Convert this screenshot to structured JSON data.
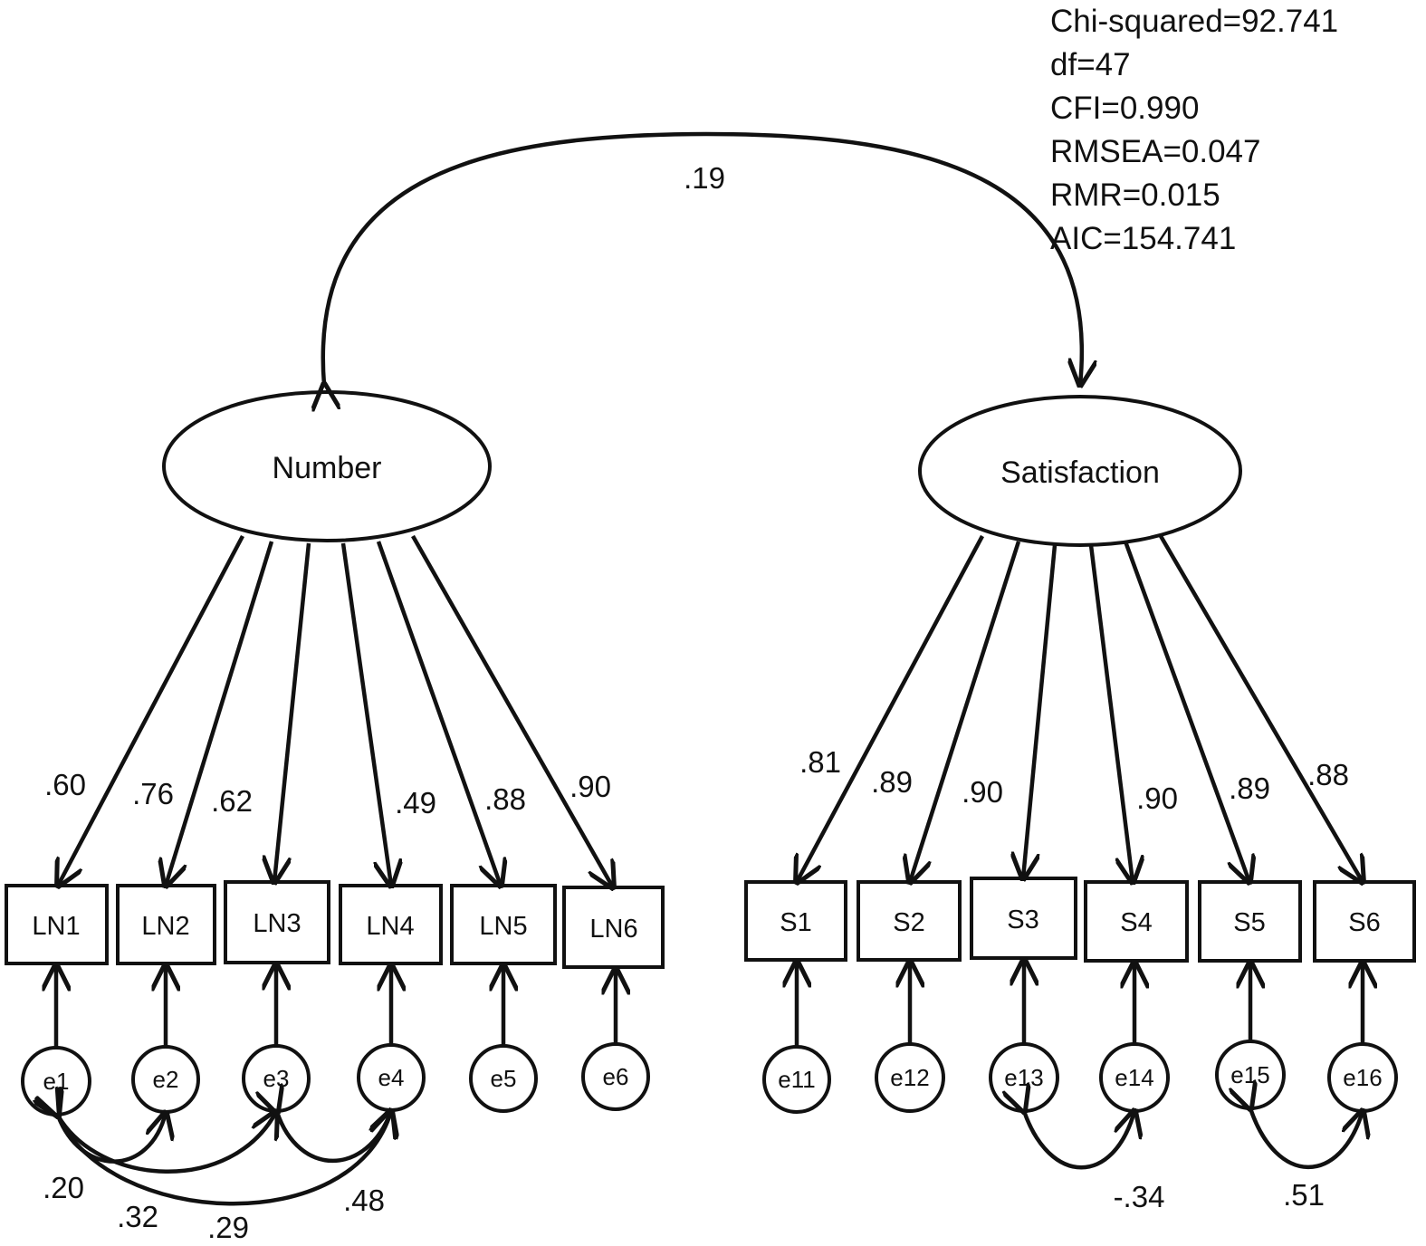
{
  "fit_stats": [
    "Chi-squared=92.741",
    "df=47",
    "CFI=0.990",
    "RMSEA=0.047",
    "RMR=0.015",
    "AIC=154.741"
  ],
  "factor_correlation": ".19",
  "latents": {
    "number": "Number",
    "satisfaction": "Satisfaction"
  },
  "indicators": {
    "LN1": "LN1",
    "LN2": "LN2",
    "LN3": "LN3",
    "LN4": "LN4",
    "LN5": "LN5",
    "LN6": "LN6",
    "S1": "S1",
    "S2": "S2",
    "S3": "S3",
    "S4": "S4",
    "S5": "S5",
    "S6": "S6"
  },
  "errors": {
    "e1": "e1",
    "e2": "e2",
    "e3": "e3",
    "e4": "e4",
    "e5": "e5",
    "e6": "e6",
    "e11": "e11",
    "e12": "e12",
    "e13": "e13",
    "e14": "e14",
    "e15": "e15",
    "e16": "e16"
  },
  "loadings": {
    "LN1": ".60",
    "LN2": ".76",
    "LN3": ".62",
    "LN4": ".49",
    "LN5": ".88",
    "LN6": ".90",
    "S1": ".81",
    "S2": ".89",
    "S3": ".90",
    "S4": ".90",
    "S5": ".89",
    "S6": ".88"
  },
  "error_covariances": {
    "e1_e2": ".20",
    "e1_e3": ".32",
    "e1_e4": ".29",
    "e3_e4": ".48",
    "e13_e14": "-.34",
    "e15_e16": ".51"
  }
}
